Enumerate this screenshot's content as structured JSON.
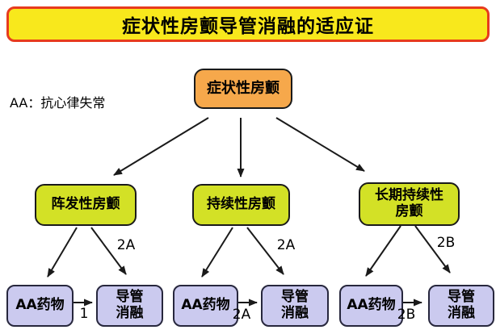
{
  "title": "症状性房颤导管消融的适应证",
  "abbreviation_note": "AA：抗心律失常",
  "root_node": {
    "label": "症状性房颤"
  },
  "branches": [
    {
      "label_lines": [
        "阵发性房颤"
      ],
      "drug_label": "AA药物",
      "ablation_label_lines": [
        "导管",
        "消融"
      ],
      "ablation_class": "2A",
      "drug_to_ablation_class": "1"
    },
    {
      "label_lines": [
        "持续性房颤"
      ],
      "drug_label": "AA药物",
      "ablation_label_lines": [
        "导管",
        "消融"
      ],
      "ablation_class": "2A",
      "drug_to_ablation_class": "2A"
    },
    {
      "label_lines": [
        "长期持续性",
        "房颤"
      ],
      "drug_label": "AA药物",
      "ablation_label_lines": [
        "导管",
        "消融"
      ],
      "ablation_class": "2B",
      "drug_to_ablation_class": "2B"
    }
  ],
  "colors": {
    "background": "#ffffff",
    "banner_fill": "#f8e81c",
    "banner_border": "#e73b1e",
    "banner_text": "#000000",
    "root_fill": "#f6a84b",
    "branch_fill": "#d3e126",
    "node_border": "#1a1a1a",
    "leaf_fill": "#cbcaef",
    "leaf_border": "#27273d",
    "arrow": "#1a1a1a"
  }
}
